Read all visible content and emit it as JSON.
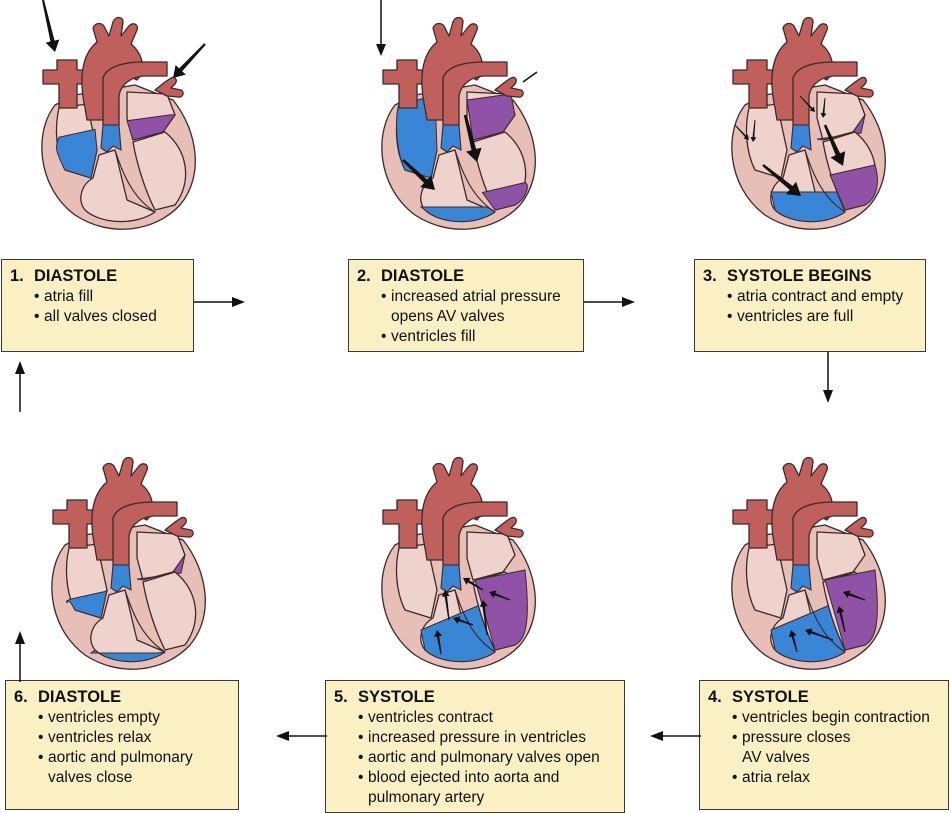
{
  "colors": {
    "box_fill": "#fbefc4",
    "box_border": "#3a3a3a",
    "vessel": "#c0605c",
    "heart_tissue": "#e8bfb6",
    "chamber": "#f0d2cc",
    "deoxygenated": "#3a86d6",
    "oxygenated": "#8f52a6",
    "outline": "#3a2a2a",
    "arrow": "#111111"
  },
  "stages": [
    {
      "number": "1.",
      "title": "DIASTOLE",
      "bullets": [
        "atria fill",
        "all valves closed"
      ],
      "heart": {
        "ra_blue": 0.55,
        "rv_blue": 0,
        "la_purple": 0.55,
        "lv_purple": 0,
        "flow": "atria-fill"
      }
    },
    {
      "number": "2.",
      "title": "DIASTOLE",
      "bullets": [
        "increased atrial pressure opens AV valves",
        "ventricles fill"
      ],
      "heart": {
        "ra_blue": 1,
        "rv_blue": 0.25,
        "la_purple": 1,
        "lv_purple": 0.25,
        "flow": "av-open"
      }
    },
    {
      "number": "3.",
      "title": "SYSTOLE BEGINS",
      "bullets": [
        "atria contract and empty",
        "ventricles are full"
      ],
      "heart": {
        "ra_blue": 0,
        "rv_blue": 0.5,
        "la_purple": 0.15,
        "lv_purple": 0.5,
        "flow": "atria-contract"
      }
    },
    {
      "number": "4.",
      "title": "SYSTOLE",
      "bullets": [
        "ventricles begin contraction",
        "pressure closes AV valves",
        "atria relax"
      ],
      "heart": {
        "ra_blue": 0,
        "rv_blue": 1,
        "la_purple": 0,
        "lv_purple": 1,
        "flow": "ventricles-contract"
      }
    },
    {
      "number": "5.",
      "title": "SYSTOLE",
      "bullets": [
        "ventricles contract",
        "increased pressure in ventricles",
        "aortic and pulmonary valves open",
        "blood ejected into aorta and pulmonary artery"
      ],
      "heart": {
        "ra_blue": 0,
        "rv_blue": 1,
        "la_purple": 0,
        "lv_purple": 1,
        "flow": "ejection"
      }
    },
    {
      "number": "6.",
      "title": "DIASTOLE",
      "bullets": [
        "ventricles empty",
        "ventricles relax",
        "aortic and pulmonary valves close"
      ],
      "heart": {
        "ra_blue": 0.25,
        "rv_blue": 0.15,
        "la_purple": 0.15,
        "lv_purple": 0,
        "flow": "relax"
      }
    }
  ]
}
